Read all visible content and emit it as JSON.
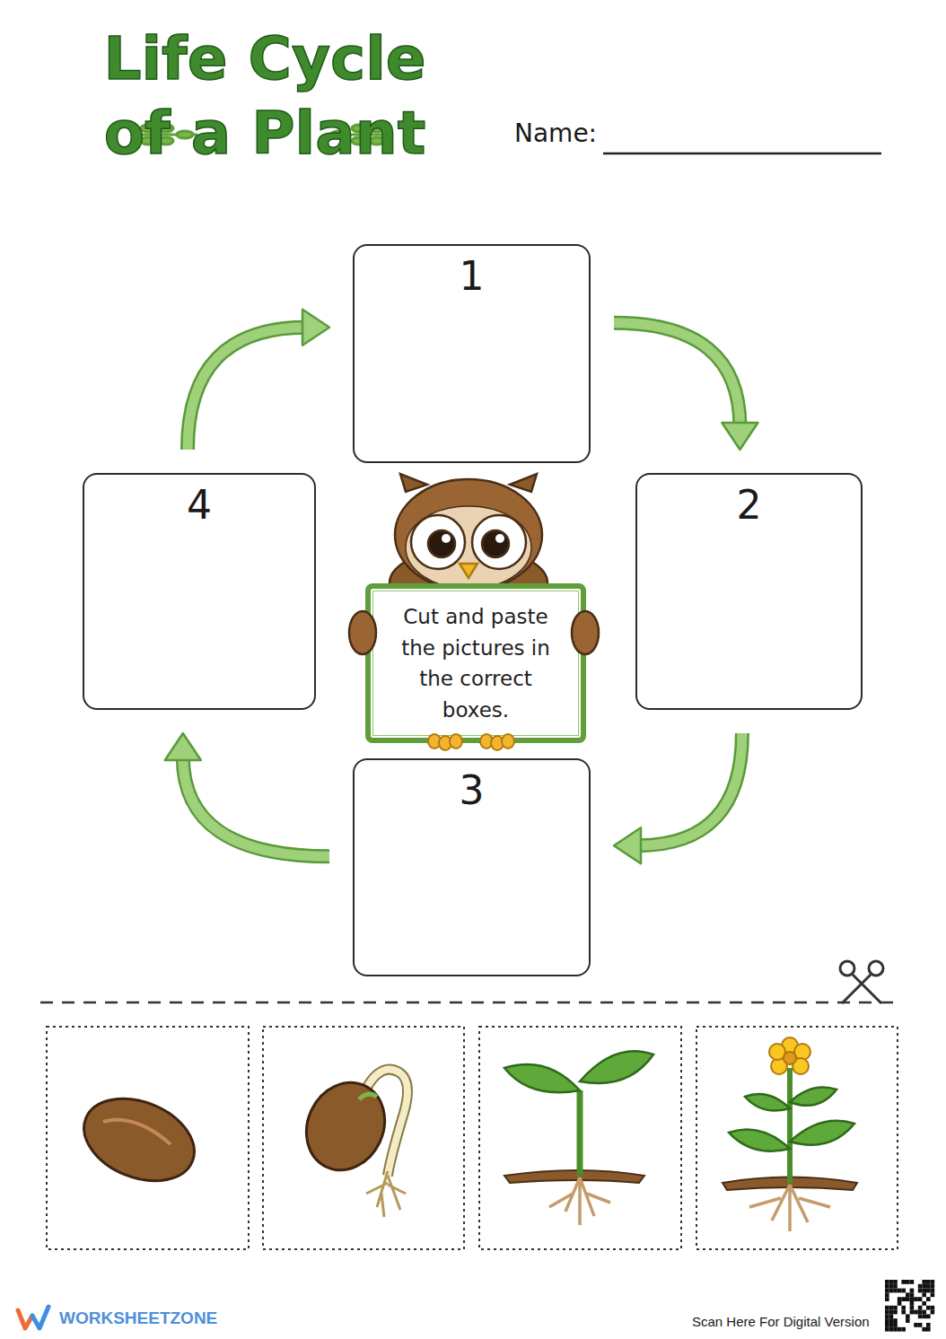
{
  "diagram": {
    "title": "Life Cycle of a Plant",
    "nodes": [
      {
        "text": [
          "1"
        ]
      },
      {
        "text": [
          "4"
        ]
      },
      {
        "text": [
          "2"
        ]
      },
      {
        "text": [
          "Cut and paste the pictures in the correct boxes."
        ]
      },
      {
        "text": [
          "3"
        ]
      }
    ],
    "edges": [
      {
        "from": 0,
        "to": 2,
        "arrow": "to"
      },
      {
        "from": 2,
        "to": 4,
        "arrow": "to"
      },
      {
        "from": 4,
        "to": 1,
        "arrow": "to"
      },
      {
        "from": 1,
        "to": 0,
        "arrow": "to"
      }
    ],
    "labels": [
      "Name:",
      "WORKSHEETZONE",
      "Scan Here For Digital Version"
    ]
  }
}
